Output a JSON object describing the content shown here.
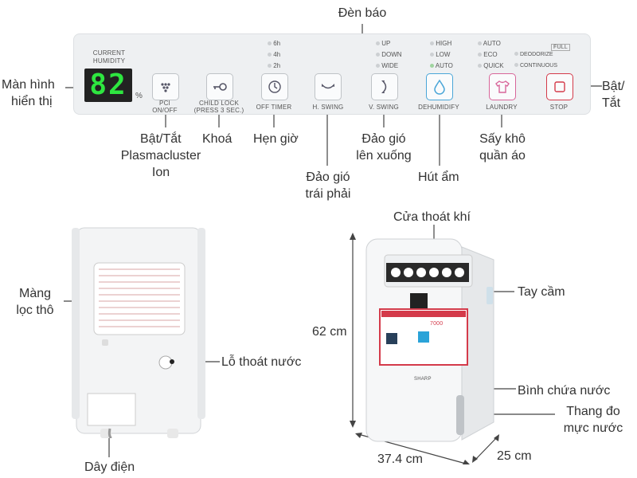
{
  "panel": {
    "indicator_label": "Đèn báo",
    "humidity_label_line1": "CURRENT",
    "humidity_label_line2": "HUMIDITY",
    "humidity_value": "82",
    "percent_sign": "%",
    "timer_leds": [
      "6h",
      "4h",
      "2h"
    ],
    "vswing_leds": [
      "UP",
      "DOWN",
      "WIDE"
    ],
    "dehum_leds": [
      "HIGH",
      "LOW",
      "AUTO"
    ],
    "laundry_leds": {
      "auto": "AUTO",
      "eco": "ECO",
      "quick": "QUICK",
      "deodorize": "DEODORIZE",
      "continuous": "CONTINUOUS",
      "full": "FULL"
    },
    "buttons": {
      "pci": "PCI\nON/OFF",
      "pci_line1": "PCI",
      "pci_line2": "ON/OFF",
      "child_lock_line1": "CHILD LOCK",
      "child_lock_line2": "(PRESS 3 SEC.)",
      "off_timer": "OFF TIMER",
      "h_swing": "H. SWING",
      "v_swing": "V. SWING",
      "dehumidify": "DEHUMIDIFY",
      "laundry": "LAUNDRY",
      "stop": "STOP"
    },
    "accent_colors": {
      "lcd_digits": "#2ee640",
      "dehumidify": "#4aa6d8",
      "laundry": "#d8669a",
      "stop": "#d43a4a"
    }
  },
  "callouts": {
    "display_line1": "Màn hình",
    "display_line2": "hiển thị",
    "pci_line1": "Bật/Tắt",
    "pci_line2": "Plasmacluster",
    "pci_line3": "Ion",
    "lock": "Khoá",
    "timer": "Hẹn giờ",
    "hswing_line1": "Đảo gió",
    "hswing_line2": "trái phải",
    "vswing_line1": "Đảo gió",
    "vswing_line2": "lên xuống",
    "dehumidify": "Hút ẩm",
    "laundry_line1": "Sấy khô",
    "laundry_line2": "quần áo",
    "power_line1": "Bật/",
    "power_line2": "Tắt",
    "filter_line1": "Màng",
    "filter_line2": "lọc thô",
    "drain_hole": "Lỗ thoát nước",
    "power_cord": "Dây điện",
    "air_outlet": "Cửa thoát khí",
    "handle": "Tay cầm",
    "tank": "Bình chứa nước",
    "gauge_line1": "Thang đo",
    "gauge_line2": "mực nước",
    "height": "62 cm",
    "width": "37.4 cm",
    "depth": "25 cm"
  },
  "front_unit": {
    "brand": "SHARP",
    "badge": "7000"
  },
  "icons": [
    "pci-icon",
    "key-icon",
    "clock-icon",
    "hswing-icon",
    "vswing-icon",
    "water-drop-icon",
    "shirt-icon",
    "power-icon"
  ]
}
